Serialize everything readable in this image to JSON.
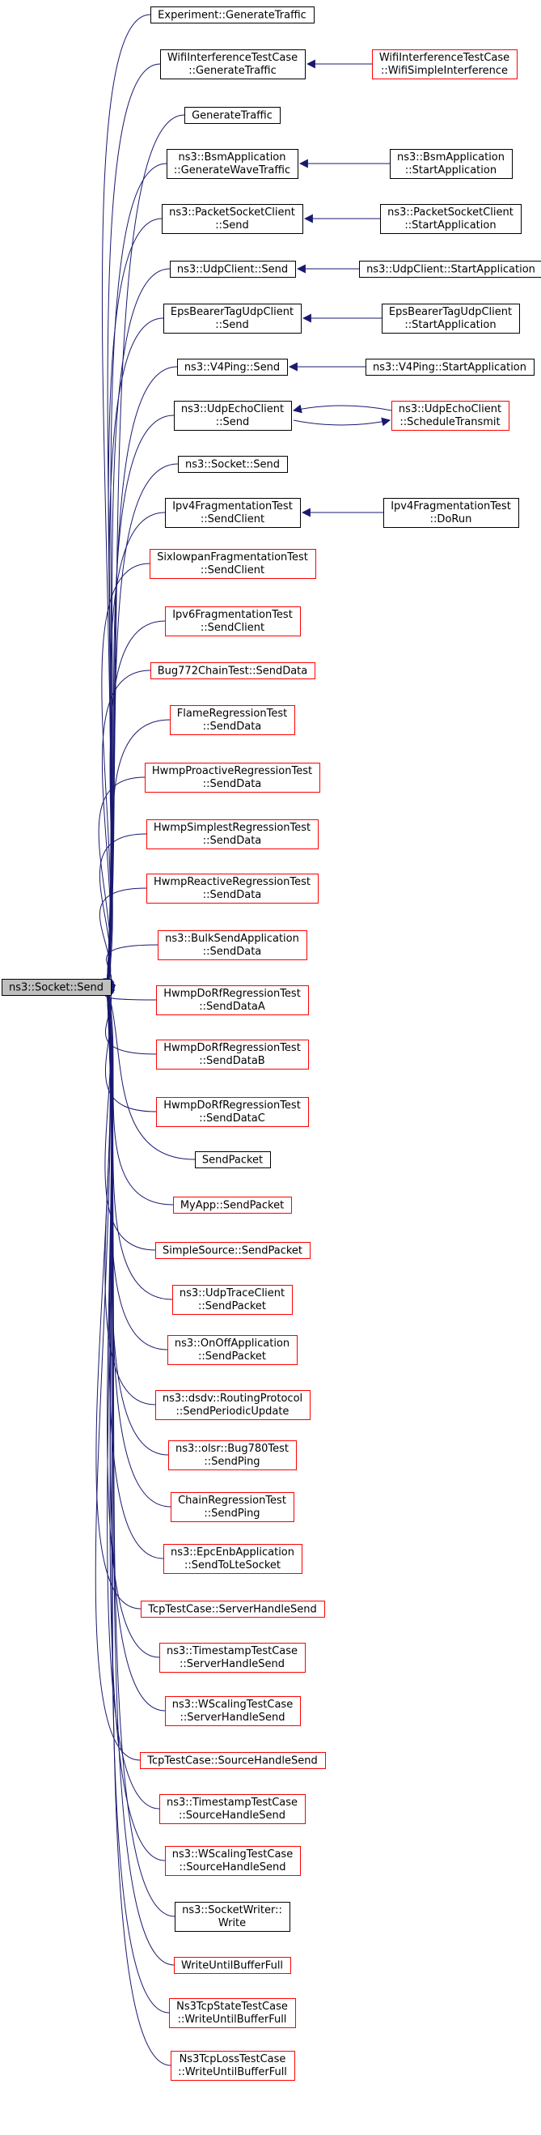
{
  "colors": {
    "edge": "#191970",
    "border_normal": "#000000",
    "border_truncated": "#ff0000",
    "root_fill": "#bfbfbf"
  },
  "root": {
    "lines": [
      "ns3::Socket::Send"
    ]
  },
  "nodes": [
    {
      "id": "n01",
      "lines": [
        "Experiment::GenerateTraffic"
      ],
      "truncated": false
    },
    {
      "id": "n02",
      "lines": [
        "WifiInterferenceTestCase",
        "::GenerateTraffic"
      ],
      "truncated": false
    },
    {
      "id": "n03",
      "lines": [
        "GenerateTraffic"
      ],
      "truncated": false
    },
    {
      "id": "n04",
      "lines": [
        "ns3::BsmApplication",
        "::GenerateWaveTraffic"
      ],
      "truncated": false
    },
    {
      "id": "n05",
      "lines": [
        "ns3::PacketSocketClient",
        "::Send"
      ],
      "truncated": false
    },
    {
      "id": "n06",
      "lines": [
        "ns3::UdpClient::Send"
      ],
      "truncated": false
    },
    {
      "id": "n07",
      "lines": [
        "EpsBearerTagUdpClient",
        "::Send"
      ],
      "truncated": false
    },
    {
      "id": "n08",
      "lines": [
        "ns3::V4Ping::Send"
      ],
      "truncated": false
    },
    {
      "id": "n09",
      "lines": [
        "ns3::UdpEchoClient",
        "::Send"
      ],
      "truncated": false
    },
    {
      "id": "n10",
      "lines": [
        "ns3::Socket::Send"
      ],
      "truncated": false
    },
    {
      "id": "n11",
      "lines": [
        "Ipv4FragmentationTest",
        "::SendClient"
      ],
      "truncated": false
    },
    {
      "id": "n12",
      "lines": [
        "SixlowpanFragmentationTest",
        "::SendClient"
      ],
      "truncated": true
    },
    {
      "id": "n13",
      "lines": [
        "Ipv6FragmentationTest",
        "::SendClient"
      ],
      "truncated": true
    },
    {
      "id": "n14",
      "lines": [
        "Bug772ChainTest::SendData"
      ],
      "truncated": true
    },
    {
      "id": "n15",
      "lines": [
        "FlameRegressionTest",
        "::SendData"
      ],
      "truncated": true
    },
    {
      "id": "n16",
      "lines": [
        "HwmpProactiveRegressionTest",
        "::SendData"
      ],
      "truncated": true
    },
    {
      "id": "n17",
      "lines": [
        "HwmpSimplestRegressionTest",
        "::SendData"
      ],
      "truncated": true
    },
    {
      "id": "n18",
      "lines": [
        "HwmpReactiveRegressionTest",
        "::SendData"
      ],
      "truncated": true
    },
    {
      "id": "n19",
      "lines": [
        "ns3::BulkSendApplication",
        "::SendData"
      ],
      "truncated": true
    },
    {
      "id": "n20",
      "lines": [
        "HwmpDoRfRegressionTest",
        "::SendDataA"
      ],
      "truncated": true
    },
    {
      "id": "n21",
      "lines": [
        "HwmpDoRfRegressionTest",
        "::SendDataB"
      ],
      "truncated": true
    },
    {
      "id": "n22",
      "lines": [
        "HwmpDoRfRegressionTest",
        "::SendDataC"
      ],
      "truncated": true
    },
    {
      "id": "n23",
      "lines": [
        "SendPacket"
      ],
      "truncated": false
    },
    {
      "id": "n24",
      "lines": [
        "MyApp::SendPacket"
      ],
      "truncated": true
    },
    {
      "id": "n25",
      "lines": [
        "SimpleSource::SendPacket"
      ],
      "truncated": true
    },
    {
      "id": "n26",
      "lines": [
        "ns3::UdpTraceClient",
        "::SendPacket"
      ],
      "truncated": true
    },
    {
      "id": "n27",
      "lines": [
        "ns3::OnOffApplication",
        "::SendPacket"
      ],
      "truncated": true
    },
    {
      "id": "n28",
      "lines": [
        "ns3::dsdv::RoutingProtocol",
        "::SendPeriodicUpdate"
      ],
      "truncated": true
    },
    {
      "id": "n29",
      "lines": [
        "ns3::olsr::Bug780Test",
        "::SendPing"
      ],
      "truncated": true
    },
    {
      "id": "n30",
      "lines": [
        "ChainRegressionTest",
        "::SendPing"
      ],
      "truncated": true
    },
    {
      "id": "n31",
      "lines": [
        "ns3::EpcEnbApplication",
        "::SendToLteSocket"
      ],
      "truncated": true
    },
    {
      "id": "n32",
      "lines": [
        "TcpTestCase::ServerHandleSend"
      ],
      "truncated": true
    },
    {
      "id": "n33",
      "lines": [
        "ns3::TimestampTestCase",
        "::ServerHandleSend"
      ],
      "truncated": true
    },
    {
      "id": "n34",
      "lines": [
        "ns3::WScalingTestCase",
        "::ServerHandleSend"
      ],
      "truncated": true
    },
    {
      "id": "n35",
      "lines": [
        "TcpTestCase::SourceHandleSend"
      ],
      "truncated": true
    },
    {
      "id": "n36",
      "lines": [
        "ns3::TimestampTestCase",
        "::SourceHandleSend"
      ],
      "truncated": true
    },
    {
      "id": "n37",
      "lines": [
        "ns3::WScalingTestCase",
        "::SourceHandleSend"
      ],
      "truncated": true
    },
    {
      "id": "n38",
      "lines": [
        "ns3::SocketWriter::",
        "Write"
      ],
      "truncated": false
    },
    {
      "id": "n39",
      "lines": [
        "WriteUntilBufferFull"
      ],
      "truncated": true
    },
    {
      "id": "n40",
      "lines": [
        "Ns3TcpStateTestCase",
        "::WriteUntilBufferFull"
      ],
      "truncated": true
    },
    {
      "id": "n41",
      "lines": [
        "Ns3TcpLossTestCase",
        "::WriteUntilBufferFull"
      ],
      "truncated": true
    },
    {
      "id": "m02",
      "lines": [
        "WifiInterferenceTestCase",
        "::WifiSimpleInterference"
      ],
      "truncated": true
    },
    {
      "id": "m04",
      "lines": [
        "ns3::BsmApplication",
        "::StartApplication"
      ],
      "truncated": false
    },
    {
      "id": "m05",
      "lines": [
        "ns3::PacketSocketClient",
        "::StartApplication"
      ],
      "truncated": false
    },
    {
      "id": "m06",
      "lines": [
        "ns3::UdpClient::StartApplication"
      ],
      "truncated": false
    },
    {
      "id": "m07",
      "lines": [
        "EpsBearerTagUdpClient",
        "::StartApplication"
      ],
      "truncated": false
    },
    {
      "id": "m08",
      "lines": [
        "ns3::V4Ping::StartApplication"
      ],
      "truncated": false
    },
    {
      "id": "m09",
      "lines": [
        "ns3::UdpEchoClient",
        "::ScheduleTransmit"
      ],
      "truncated": true
    },
    {
      "id": "m11",
      "lines": [
        "Ipv4FragmentationTest",
        "::DoRun"
      ],
      "truncated": false
    }
  ]
}
